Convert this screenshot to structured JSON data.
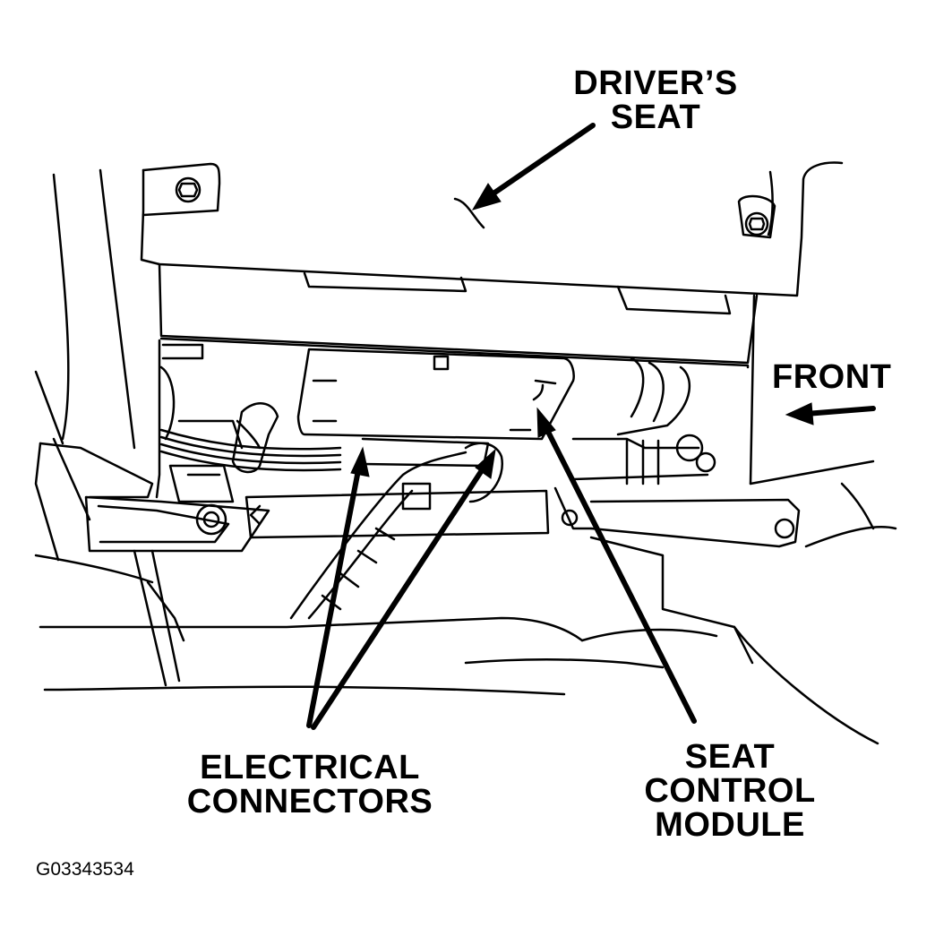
{
  "labels": {
    "drivers_seat_line1": "DRIVER’S",
    "drivers_seat_line2": "SEAT",
    "front": "FRONT",
    "electrical_line1": "ELECTRICAL",
    "electrical_line2": "CONNECTORS",
    "scm_line1": "SEAT",
    "scm_line2": "CONTROL",
    "scm_line3": "MODULE",
    "figure_code": "G03343534"
  },
  "colors": {
    "ink": "#000000",
    "paper": "#ffffff"
  }
}
